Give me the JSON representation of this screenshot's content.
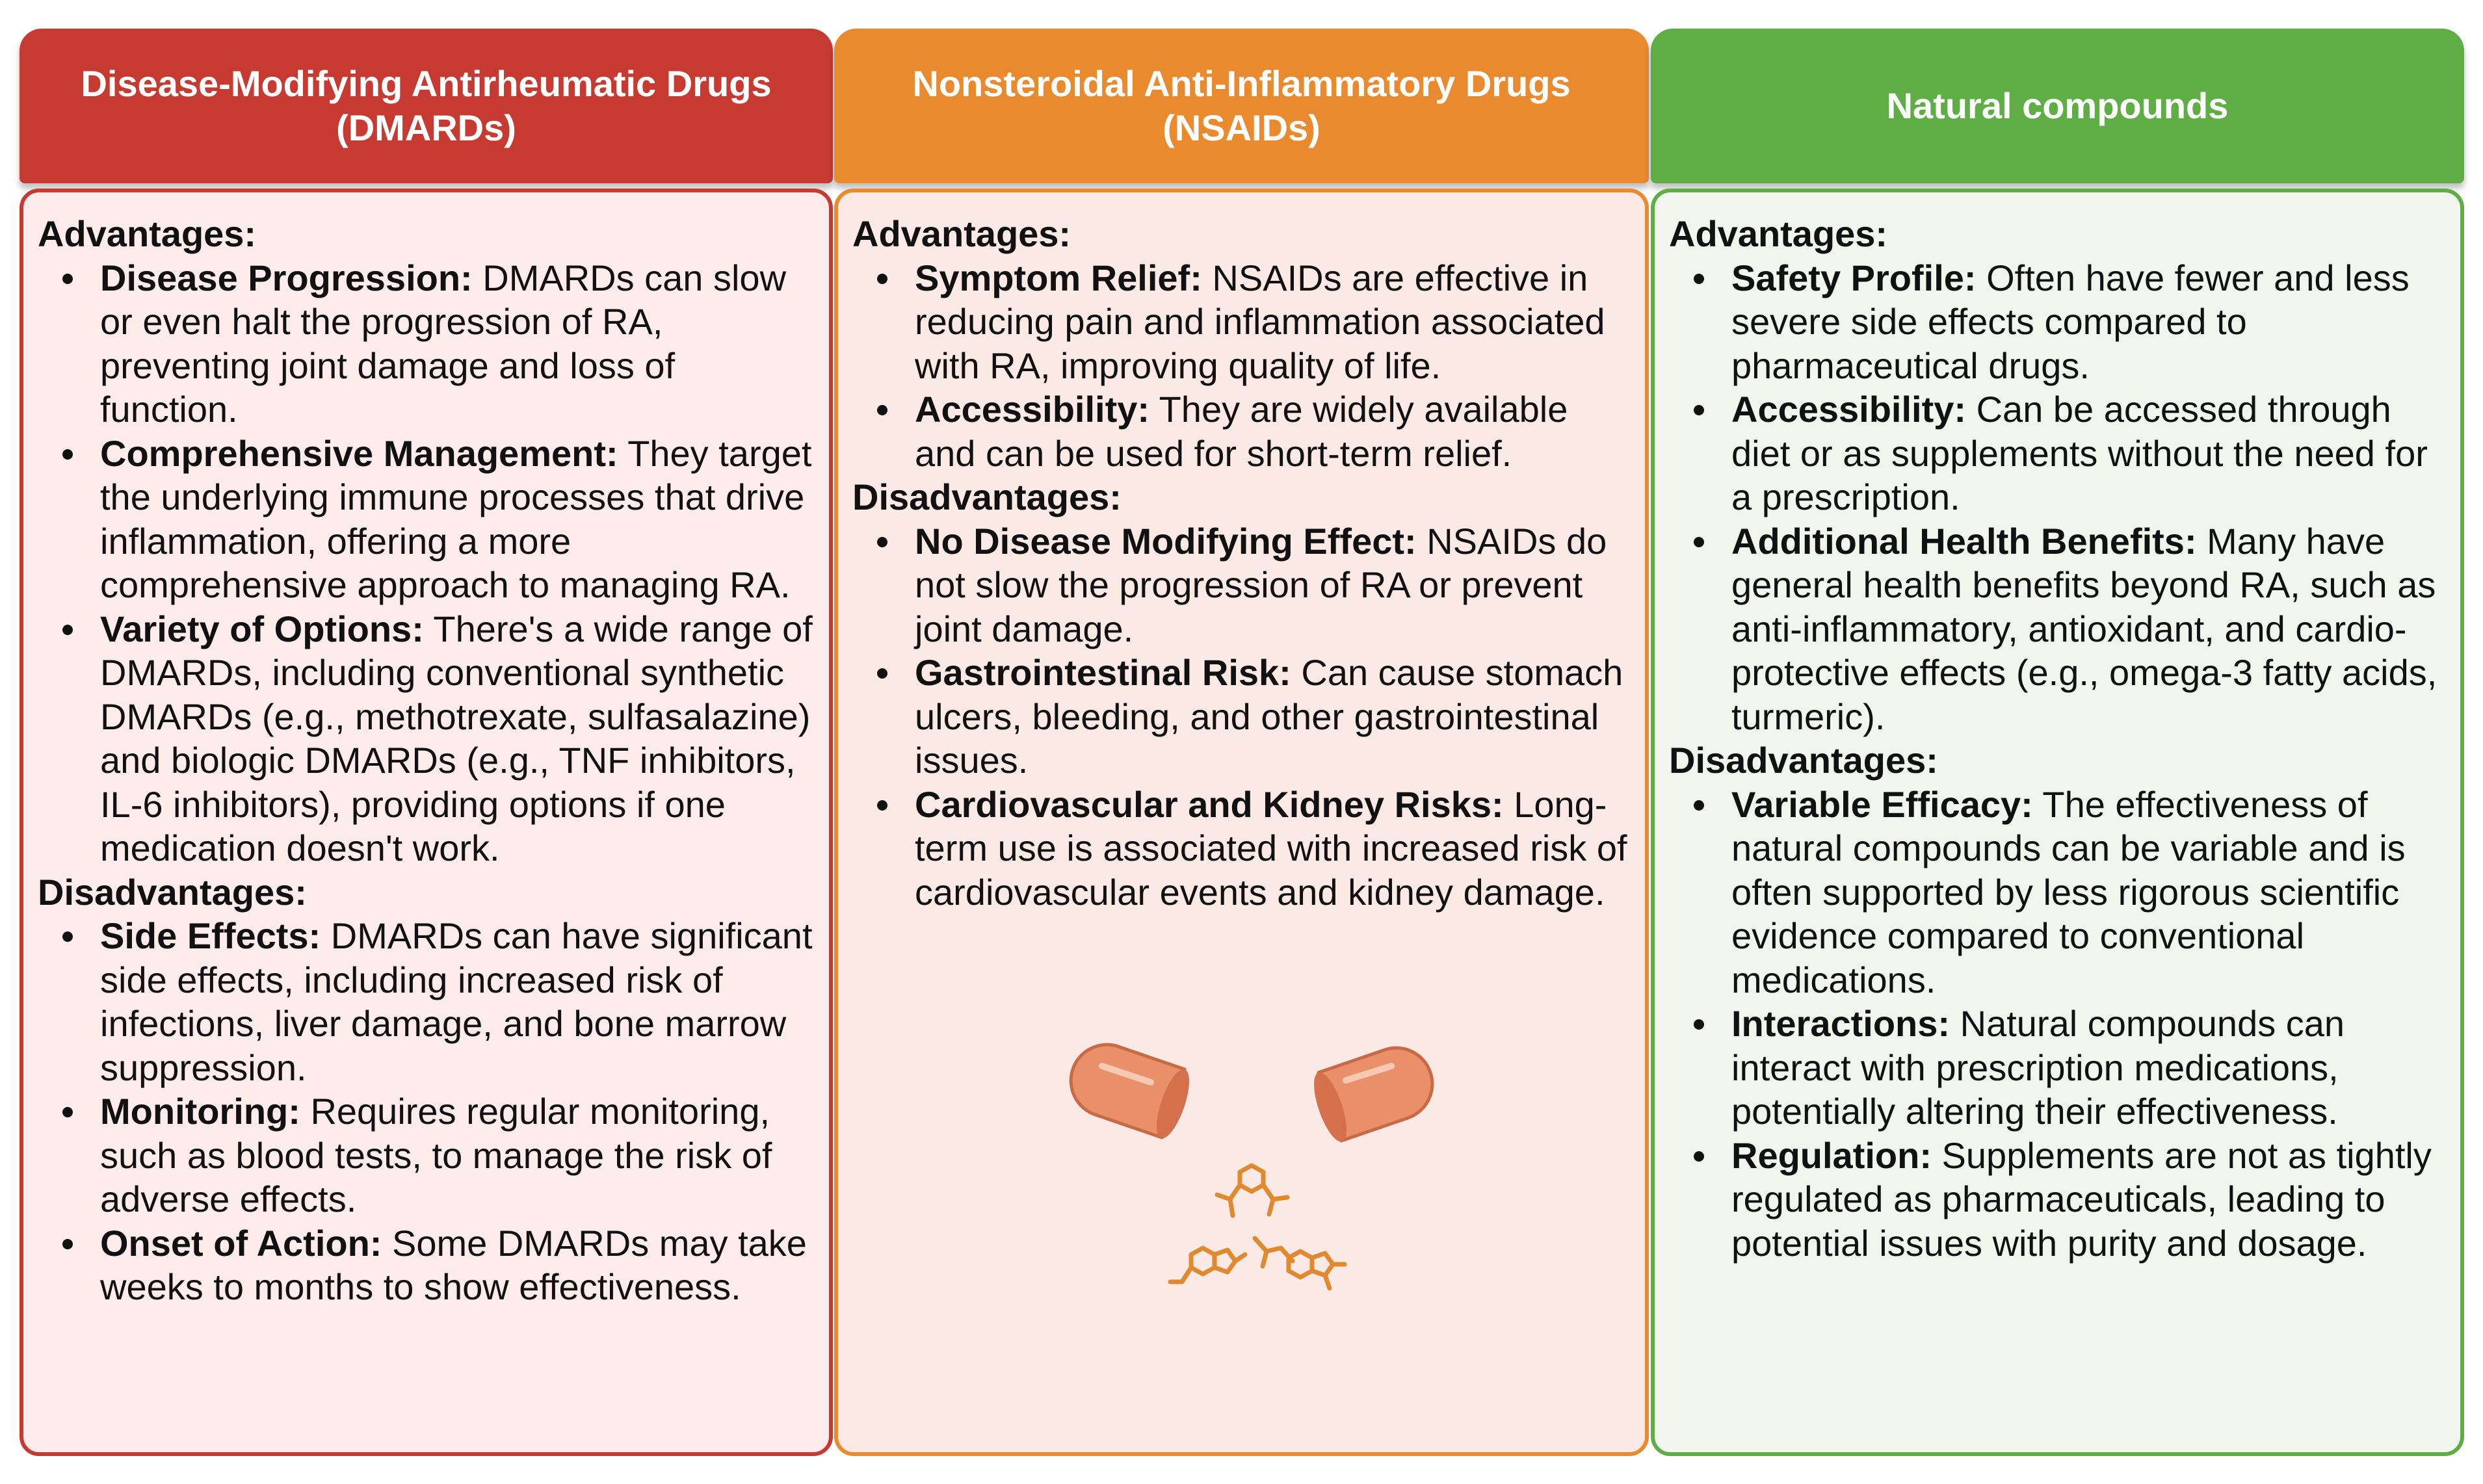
{
  "colors": {
    "dmards_header": "#c63a32",
    "dmards_border": "#c63a32",
    "dmards_panel_bg": "#fdeceb",
    "nsaids_header": "#ea8a2f",
    "nsaids_border": "#ea8a2f",
    "nsaids_panel_bg": "#fbe9e6",
    "natural_header": "#5fae45",
    "natural_border": "#5fae45",
    "natural_panel_bg": "#f1f5ee",
    "capsule": "#e9906a",
    "molecule": "#e0892f"
  },
  "columns": [
    {
      "title_line1": "Disease-Modifying Antirheumatic Drugs",
      "title_line2": "(DMARDs)",
      "advantages_label": "Advantages:",
      "advantages": [
        {
          "label": "Disease Progression:",
          "text": "DMARDs can slow or even halt the progression of RA, preventing joint damage and loss of function."
        },
        {
          "label": "Comprehensive Management:",
          "text": "They target the underlying immune processes that drive inflammation, offering a more comprehensive approach to managing RA."
        },
        {
          "label": "Variety of Options:",
          "text": "There's a wide range of DMARDs, including conventional synthetic DMARDs (e.g., methotrexate, sulfasalazine) and biologic DMARDs (e.g., TNF inhibitors, IL-6 inhibitors), providing options if one medication doesn't work."
        }
      ],
      "disadvantages_label": "Disadvantages:",
      "disadvantages": [
        {
          "label": "Side Effects:",
          "text": "DMARDs can have significant side effects, including increased risk of infections, liver damage, and bone marrow suppression."
        },
        {
          "label": "Monitoring:",
          "text": "Requires regular monitoring, such as blood tests, to manage the risk of adverse effects."
        },
        {
          "label": "Onset of Action:",
          "text": "Some DMARDs may take weeks to months to show effectiveness."
        }
      ]
    },
    {
      "title_line1": "Nonsteroidal Anti-Inflammatory Drugs",
      "title_line2": "(NSAIDs)",
      "advantages_label": "Advantages:",
      "advantages": [
        {
          "label": "Symptom Relief:",
          "text": "NSAIDs are effective in reducing pain and inflammation associated with RA, improving quality of life."
        },
        {
          "label": "Accessibility:",
          "text": "They are widely available and can be used for short-term relief."
        }
      ],
      "disadvantages_label": "Disadvantages:",
      "disadvantages": [
        {
          "label": "No Disease Modifying Effect:",
          "text": "NSAIDs do not slow the progression of RA or prevent joint damage."
        },
        {
          "label": "Gastrointestinal Risk:",
          "text": "Can cause stomach ulcers, bleeding, and other gastrointestinal issues."
        },
        {
          "label": "Cardiovascular and Kidney Risks:",
          "text": "Long-term use is associated with increased risk of cardiovascular events and kidney damage."
        }
      ]
    },
    {
      "title_line1": "Natural compounds",
      "title_line2": "",
      "advantages_label": "Advantages:",
      "advantages": [
        {
          "label": "Safety Profile:",
          "text": "Often have fewer and less severe side effects compared to pharmaceutical drugs."
        },
        {
          "label": "Accessibility:",
          "text": "Can be accessed through diet or as supplements without the need for a prescription."
        },
        {
          "label": "Additional Health Benefits:",
          "text": "Many have general health benefits beyond RA, such as anti-inflammatory, antioxidant, and cardio-protective effects (e.g., omega-3 fatty acids, turmeric)."
        }
      ],
      "disadvantages_label": "Disadvantages:",
      "disadvantages": [
        {
          "label": "Variable Efficacy:",
          "text": "The effectiveness of natural compounds can be variable and is often supported by less rigorous scientific evidence compared to conventional medications."
        },
        {
          "label": "Interactions:",
          "text": "Natural compounds can interact with prescription medications, potentially altering their effectiveness."
        },
        {
          "label": "Regulation:",
          "text": "Supplements are not as tightly regulated as pharmaceuticals, leading to potential issues with purity and dosage."
        }
      ]
    }
  ]
}
